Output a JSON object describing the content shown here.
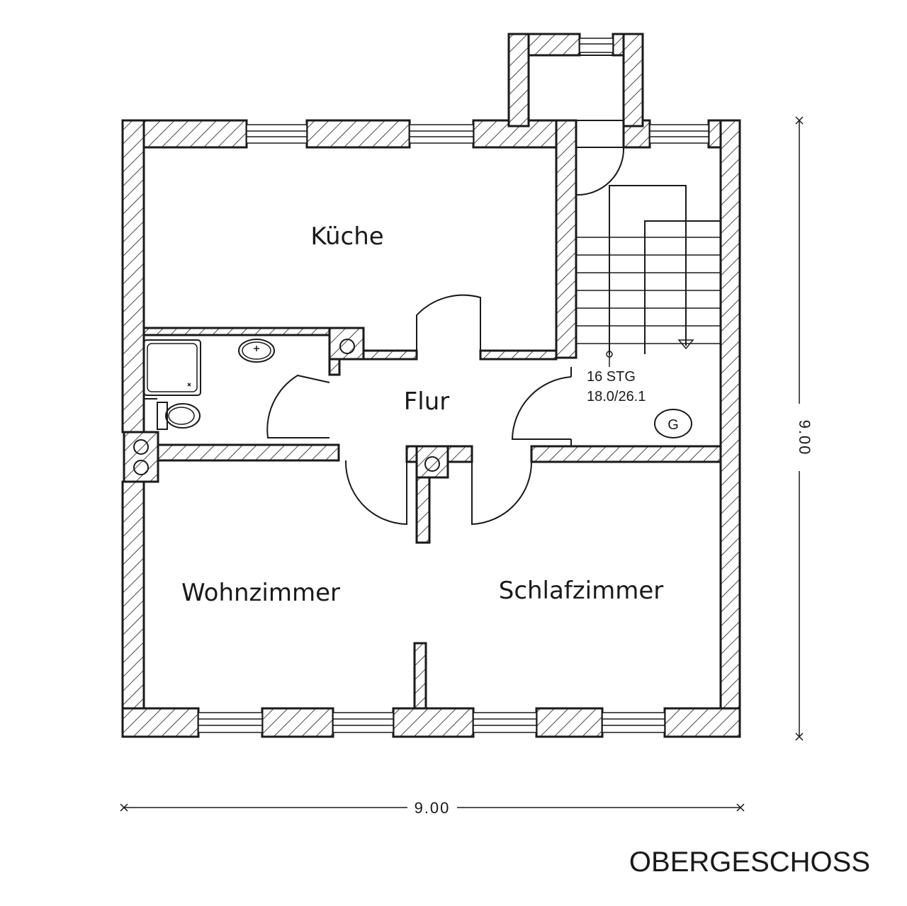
{
  "rooms": {
    "kueche": "Küche",
    "flur": "Flur",
    "wohnzimmer": "Wohnzimmer",
    "schlafzimmer": "Schlafzimmer"
  },
  "stairs": {
    "steps": "16 STG",
    "ratio": "18.0/26.1"
  },
  "gas_meter": "G",
  "dimensions": {
    "width": "9.00",
    "height": "9.00"
  },
  "floor_title": "OBERGESCHOSS"
}
